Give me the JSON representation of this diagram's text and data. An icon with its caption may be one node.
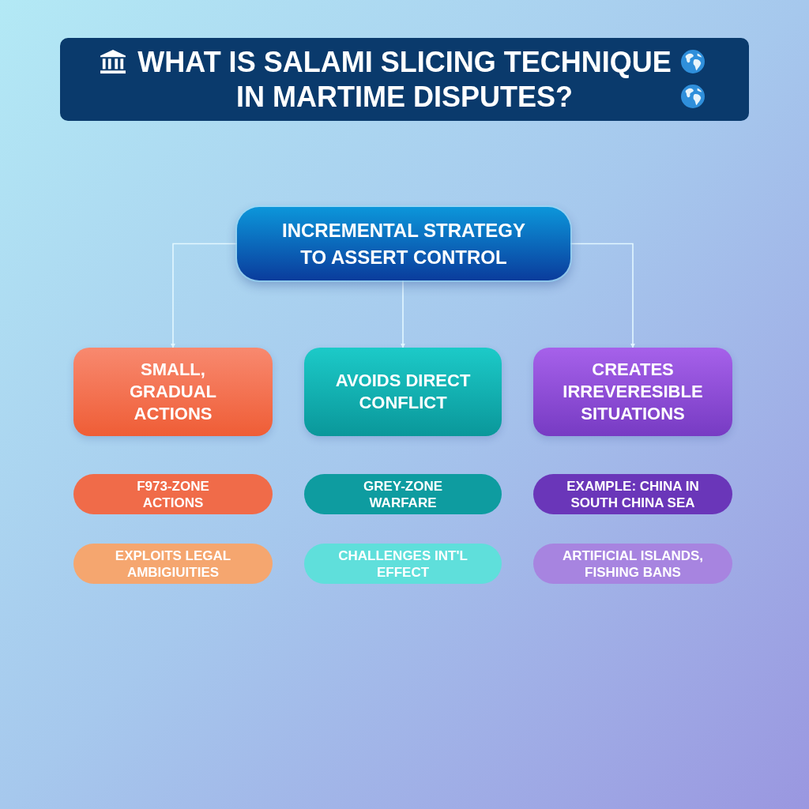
{
  "diagram": {
    "title": "WHAT IS SALAMI SLICING TECHNIQUE IN MARTIME DISPUTES?",
    "nodes": [
      {
        "text": [
          "INCREMENTAL STRATEGY TO ASSERT CONTROL"
        ]
      },
      {
        "text": [
          "SMALL, GRADUAL ACTIONS"
        ]
      },
      {
        "text": [
          "AVOIDS DIRECT CONFLICT"
        ]
      },
      {
        "text": [
          "CREATES IRREVERESIBLE SITUATIONS"
        ]
      },
      {
        "text": [
          "F973-ZONE ACTIONS"
        ]
      },
      {
        "text": [
          "GREY-ZONE WARFARE"
        ]
      },
      {
        "text": [
          "EXAMPLE: CHINA IN SOUTH CHINA SEA"
        ]
      },
      {
        "text": [
          "EXPLOITS LEGAL AMBIGIUITIES"
        ]
      },
      {
        "text": [
          "CHALLENGES INT'L EFFECT"
        ]
      },
      {
        "text": [
          "ARTIFICIAL ISLANDS, FISHING BANS"
        ]
      }
    ],
    "edges": [
      {
        "from": 0,
        "to": 1,
        "arrow": "to"
      },
      {
        "from": 0,
        "to": 2,
        "arrow": "to"
      },
      {
        "from": 0,
        "to": 3,
        "arrow": "to"
      }
    ]
  }
}
